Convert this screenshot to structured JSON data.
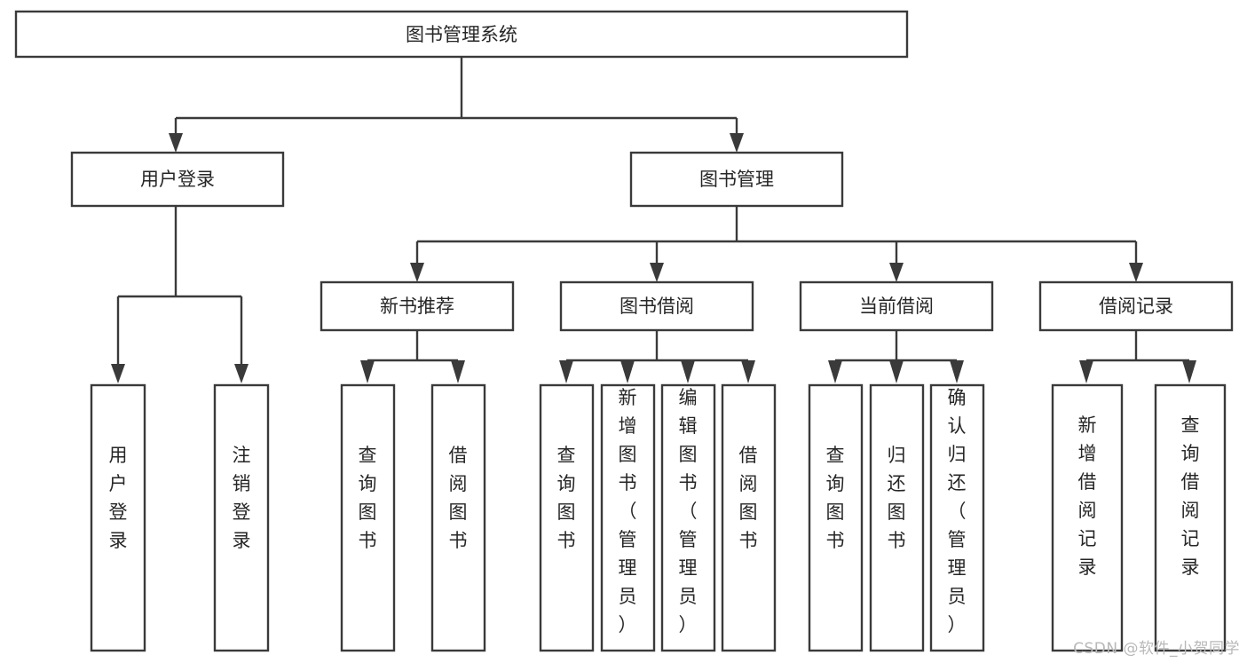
{
  "diagram": {
    "type": "tree-hierarchy",
    "title": "图书管理系统",
    "watermark": "CSDN @软件_小贺同学",
    "colors": {
      "background": "#ffffff",
      "stroke": "#3a3a3a",
      "node_fill": "#ffffff",
      "text": "#262626",
      "watermark": "#b8b8b8"
    },
    "root": {
      "label": "图书管理系统"
    },
    "level2": [
      {
        "label": "用户登录"
      },
      {
        "label": "图书管理"
      }
    ],
    "level3": [
      {
        "label": "新书推荐"
      },
      {
        "label": "图书借阅"
      },
      {
        "label": "当前借阅"
      },
      {
        "label": "借阅记录"
      }
    ],
    "leaves": {
      "user_login": [
        {
          "label": "用户登录"
        },
        {
          "label": "注销登录"
        }
      ],
      "new_book_recommend": [
        {
          "label": "查询图书"
        },
        {
          "label": "借阅图书"
        }
      ],
      "book_borrow": [
        {
          "label": "查询图书"
        },
        {
          "label": "新增图书（管理员）"
        },
        {
          "label": "编辑图书（管理员）"
        },
        {
          "label": "借阅图书"
        }
      ],
      "current_borrow": [
        {
          "label": "查询图书"
        },
        {
          "label": "归还图书"
        },
        {
          "label": "确认归还（管理员）"
        }
      ],
      "borrow_record": [
        {
          "label": "新增借阅记录"
        },
        {
          "label": "查询借阅记录"
        }
      ]
    }
  }
}
